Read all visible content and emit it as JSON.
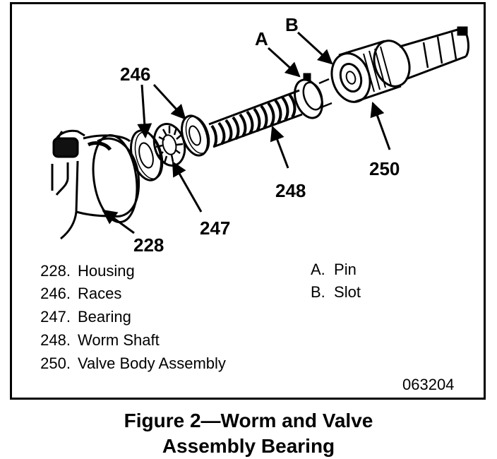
{
  "diagram": {
    "callouts": {
      "a": "A",
      "b": "B",
      "races": "246",
      "bearing": "247",
      "housing": "228",
      "worm_shaft": "248",
      "valve_body": "250"
    },
    "legend_left": [
      {
        "number": "228.",
        "name": "Housing"
      },
      {
        "number": "246.",
        "name": "Races"
      },
      {
        "number": "247.",
        "name": "Bearing"
      },
      {
        "number": "248.",
        "name": "Worm Shaft"
      },
      {
        "number": "250.",
        "name": "Valve Body Assembly"
      }
    ],
    "legend_right": [
      {
        "letter": "A.",
        "name": "Pin"
      },
      {
        "letter": "B.",
        "name": "Slot"
      }
    ],
    "figure_code": "063204"
  },
  "caption": {
    "line1": "Figure 2—Worm and Valve",
    "line2": "Assembly Bearing"
  }
}
